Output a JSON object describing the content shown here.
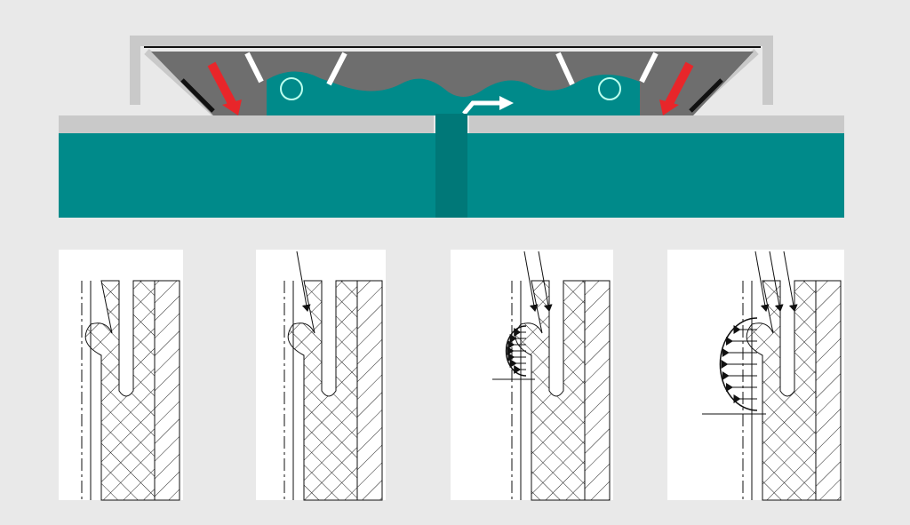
{
  "colors": {
    "background": "#e9e9e9",
    "frame": "#c9c9c9",
    "seal_body": "#6e6e6e",
    "fluid": "#008a8a",
    "fluid_dark": "#007575",
    "pressure_arrow_red": "#e8262a",
    "pressure_arrow_white": "#ffffff",
    "panel": "#ffffff",
    "line": "#111111"
  },
  "icons": [
    "red-pressure-arrow",
    "white-pressure-arrow",
    "flow-arrow",
    "o-ring-circle"
  ],
  "panels": [
    {
      "stage": 1,
      "force_arrows": 0,
      "pressure_profile": false
    },
    {
      "stage": 2,
      "force_arrows": 1,
      "pressure_profile": false
    },
    {
      "stage": 3,
      "force_arrows": 2,
      "pressure_profile": true
    },
    {
      "stage": 4,
      "force_arrows": 3,
      "pressure_profile": true
    }
  ]
}
